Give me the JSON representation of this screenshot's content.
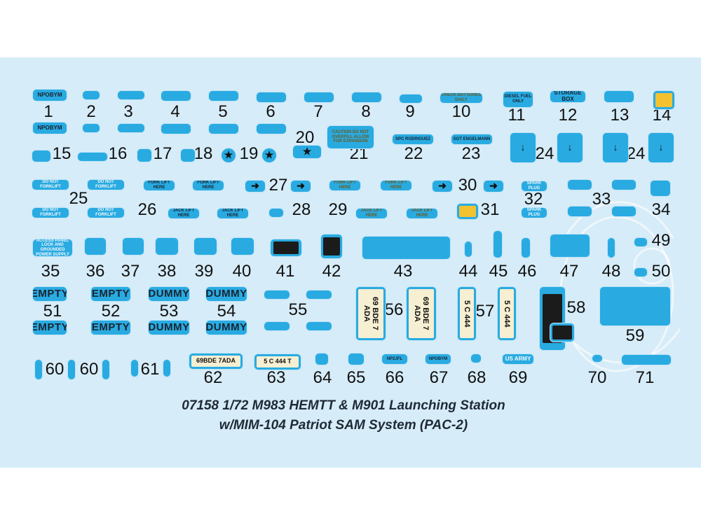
{
  "title": {
    "line1": "07158 1/72 M983 HEMTT & M901 Launching Station",
    "line2": "w/MIM-104 Patriot SAM System (PAC-2)"
  },
  "labels": [
    "1",
    "2",
    "3",
    "4",
    "5",
    "6",
    "7",
    "8",
    "9",
    "10",
    "11",
    "12",
    "13",
    "14",
    "15",
    "16",
    "17",
    "18",
    "19",
    "20",
    "21",
    "22",
    "23",
    "24",
    "24",
    "25",
    "26",
    "27",
    "28",
    "29",
    "30",
    "31",
    "32",
    "33",
    "34",
    "35",
    "36",
    "37",
    "38",
    "39",
    "40",
    "41",
    "42",
    "43",
    "44",
    "45",
    "46",
    "47",
    "48",
    "49",
    "50",
    "51",
    "52",
    "53",
    "54",
    "55",
    "56",
    "57",
    "58",
    "59",
    "60",
    "60",
    "61",
    "62",
    "63",
    "64",
    "65",
    "66",
    "67",
    "68",
    "69",
    "70",
    "71"
  ],
  "decals": {
    "npobym": "NPOBYM",
    "check": "CHECK BATTERIES DAILY",
    "diesel": "DIESEL FUEL ONLY",
    "storage": "STORAGE BOX",
    "caution": "CAUTION DO NOT OVERFILL ALLOW FOR EXPANSION",
    "spc": "SPC RODRIGUEZ",
    "sgt": "SGT ENGELMANN",
    "dnf": "DO NOT FORKLIFT",
    "fork": "FORK LIFT HERE",
    "jack": "JACK LIFT HERE",
    "spark": "SPARK PLUG",
    "access": "ACCESS PANEL LOCK AND GROUNDED POWER SUPPLY",
    "empty": "EMPTY",
    "dummy": "DUMMY",
    "bde": "69 BDE 7 ADA",
    "sc444": "5 C 444",
    "bde62": "69BDE 7ADA",
    "sc444t": "5 C 444 T",
    "np2jfl": "NP2JFL",
    "usarmy": "US ARMY",
    "star": "★",
    "arrow_right": "➜",
    "arrow_down": "↓"
  },
  "colors": {
    "sheet": "#d6ecf8",
    "decal": "#29abe2",
    "cream": "#f6efd2"
  }
}
